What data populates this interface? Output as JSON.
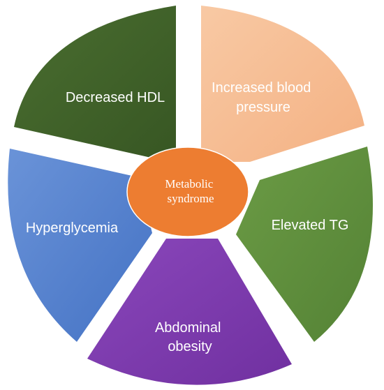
{
  "diagram": {
    "center": {
      "lines": [
        "Metabolic",
        "syndrome"
      ],
      "color": "#ED7D31"
    },
    "segments": [
      {
        "id": "decreased-hdl",
        "lines": [
          "Decreased HDL"
        ],
        "color": "#375623",
        "highlight": "#4a6e30"
      },
      {
        "id": "increased-blood-pressure",
        "lines": [
          "Increased blood",
          "pressure"
        ],
        "color": "#F4B183",
        "highlight": "#f8c9a4"
      },
      {
        "id": "elevated-tg",
        "lines": [
          "Elevated TG"
        ],
        "color": "#548235",
        "highlight": "#6b9b45"
      },
      {
        "id": "abdominal-obesity",
        "lines": [
          "Abdominal",
          "obesity"
        ],
        "color": "#7030A0",
        "highlight": "#8a47bb"
      },
      {
        "id": "hyperglycemia",
        "lines": [
          "Hyperglycemia"
        ],
        "color": "#4472C4",
        "highlight": "#6a93d8"
      }
    ]
  }
}
